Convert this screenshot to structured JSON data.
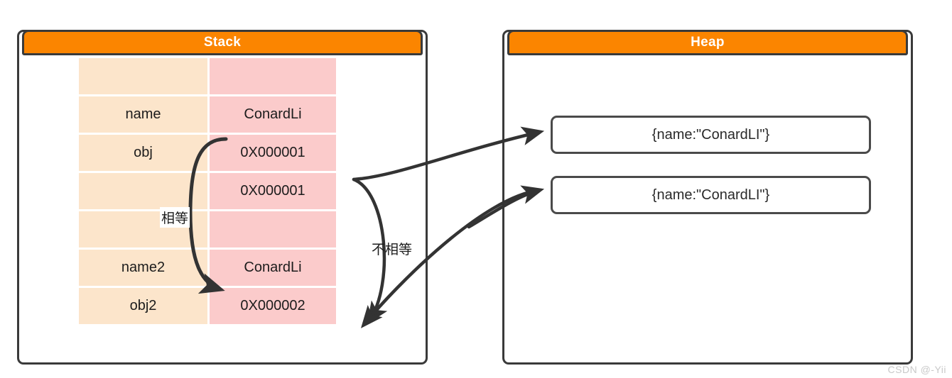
{
  "stack": {
    "title": "Stack",
    "rows": [
      {
        "key": "",
        "value": ""
      },
      {
        "key": "name",
        "value": "ConardLi"
      },
      {
        "key": "obj",
        "value": "0X000001"
      },
      {
        "key": "",
        "value": "0X000001"
      },
      {
        "key": "",
        "value": ""
      },
      {
        "key": "name2",
        "value": "ConardLi"
      },
      {
        "key": "obj2",
        "value": "0X000002"
      }
    ]
  },
  "heap": {
    "title": "Heap",
    "boxes": [
      {
        "text": "{name:\"ConardLI\"}"
      },
      {
        "text": "{name:\"ConardLI\"}"
      }
    ]
  },
  "annotations": {
    "equal": "相等",
    "not_equal": "不相等"
  },
  "watermark": "CSDN @-Yii",
  "colors": {
    "header_orange": "#fb8500",
    "key_cell": "#fce5cb",
    "value_cell": "#fbcbcb",
    "border": "#3a3a3a",
    "arrow": "#333333"
  }
}
